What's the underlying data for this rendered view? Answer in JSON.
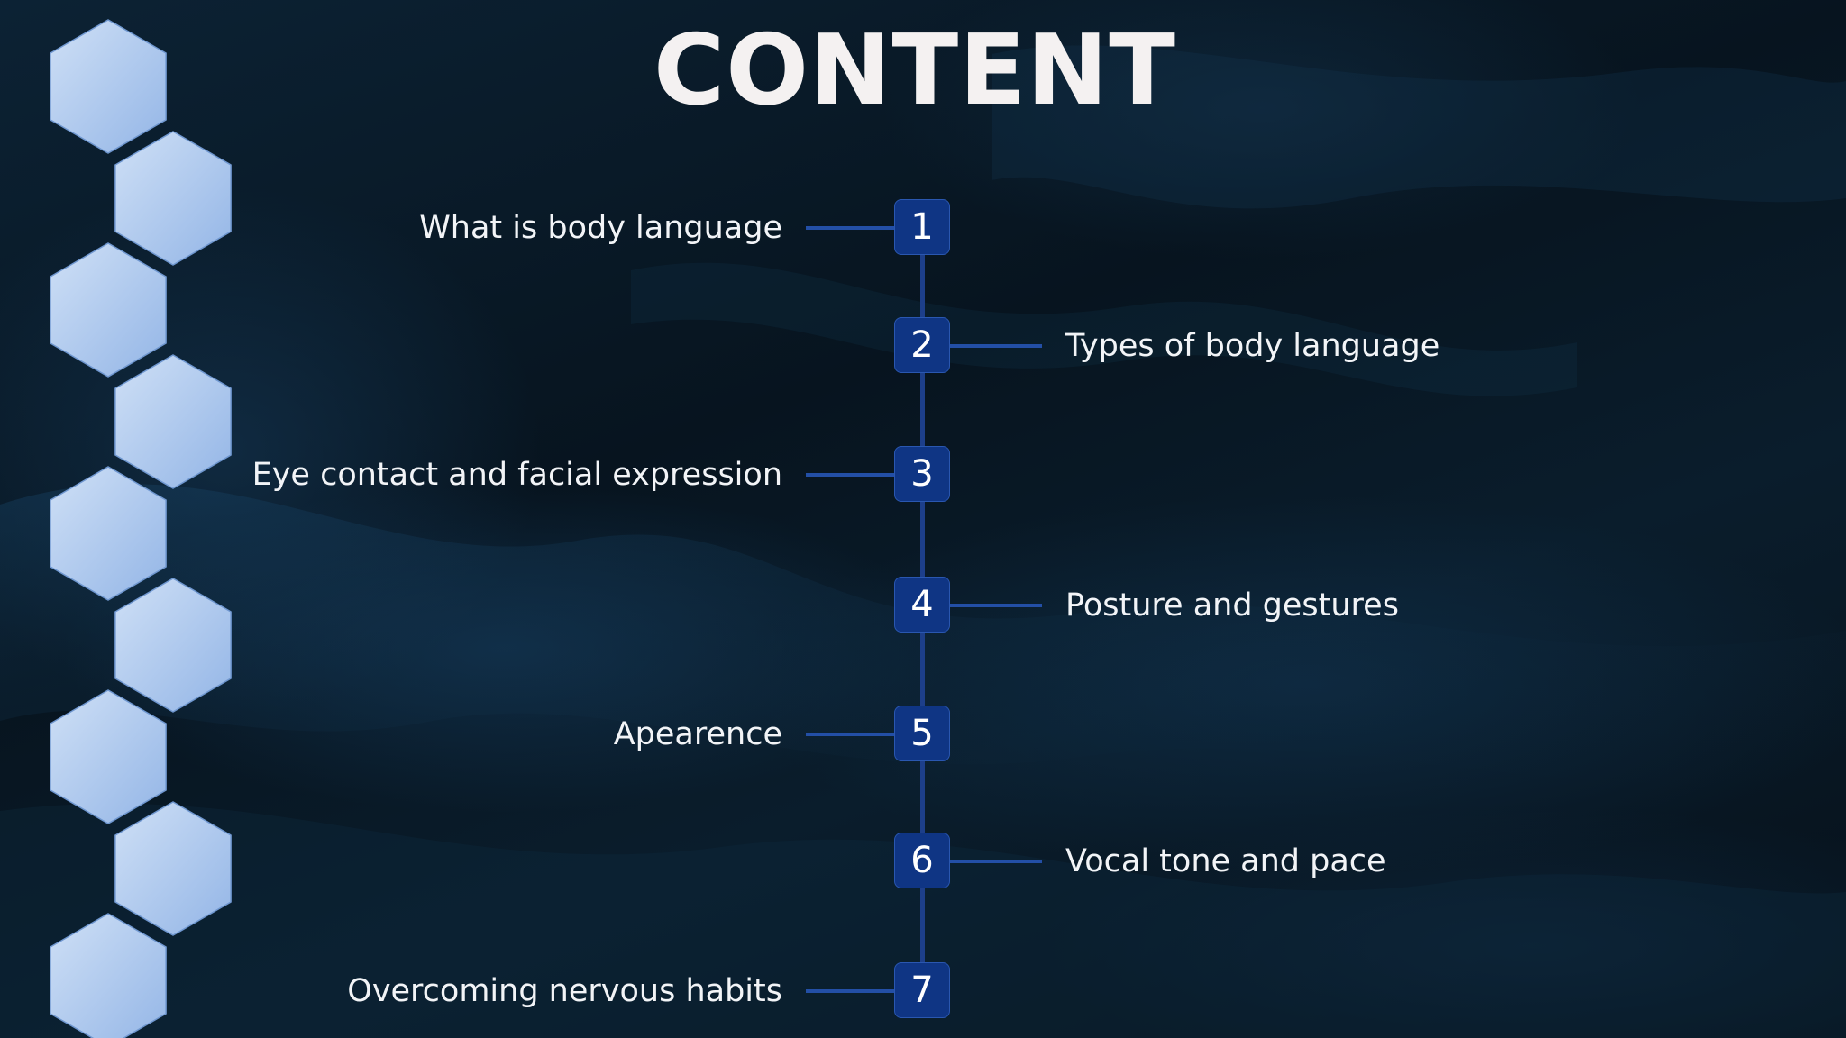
{
  "slide": {
    "title": "CONTENT"
  },
  "colors": {
    "background": "#06121c",
    "hexagon_light": "#c3d8f2",
    "hexagon_dark": "#96b8e8",
    "badge_fill": "#0f3584",
    "connector": "#234fa6",
    "title_text": "#f4f1f1"
  },
  "timeline": {
    "items": [
      {
        "number": "1",
        "label": "What is body language",
        "side": "left"
      },
      {
        "number": "2",
        "label": "Types of body language",
        "side": "right"
      },
      {
        "number": "3",
        "label": "Eye contact and facial expression",
        "side": "left"
      },
      {
        "number": "4",
        "label": "Posture and gestures",
        "side": "right"
      },
      {
        "number": "5",
        "label": "Apearence",
        "side": "left"
      },
      {
        "number": "6",
        "label": "Vocal tone and pace",
        "side": "right"
      },
      {
        "number": "7",
        "label": "Overcoming nervous habits",
        "side": "left"
      }
    ]
  }
}
